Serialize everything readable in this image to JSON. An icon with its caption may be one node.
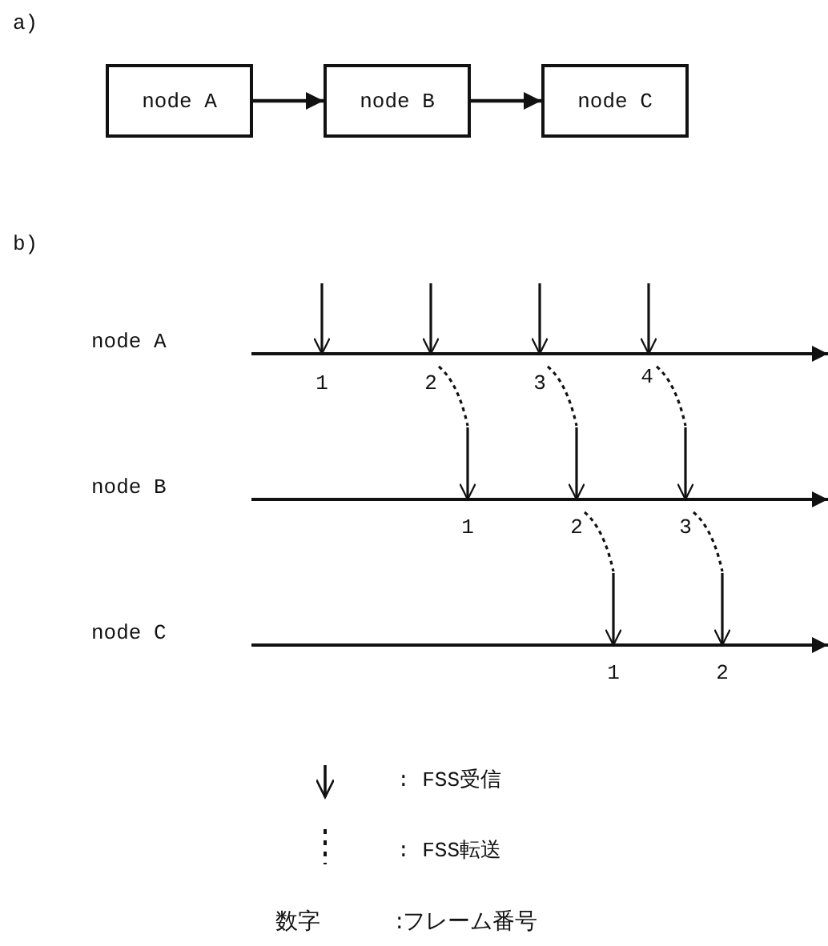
{
  "diagram": {
    "nodes": [
      {
        "text": [
          "node A"
        ]
      },
      {
        "text": [
          "node B"
        ]
      },
      {
        "text": [
          "node C"
        ]
      }
    ],
    "edges": [
      {
        "from": 0,
        "to": 1,
        "arrow": "to"
      },
      {
        "from": 1,
        "to": 2,
        "arrow": "to"
      }
    ],
    "labels": [
      "a)",
      "b)",
      "node A",
      "1",
      "2",
      "3",
      "4",
      "node B",
      "1",
      "2",
      "3",
      "node C",
      "1",
      "2",
      "数字",
      ":フレーム番号"
    ],
    "legend": [
      {
        "text": ": FSS受信"
      },
      {
        "text": ": FSS転送"
      }
    ]
  }
}
